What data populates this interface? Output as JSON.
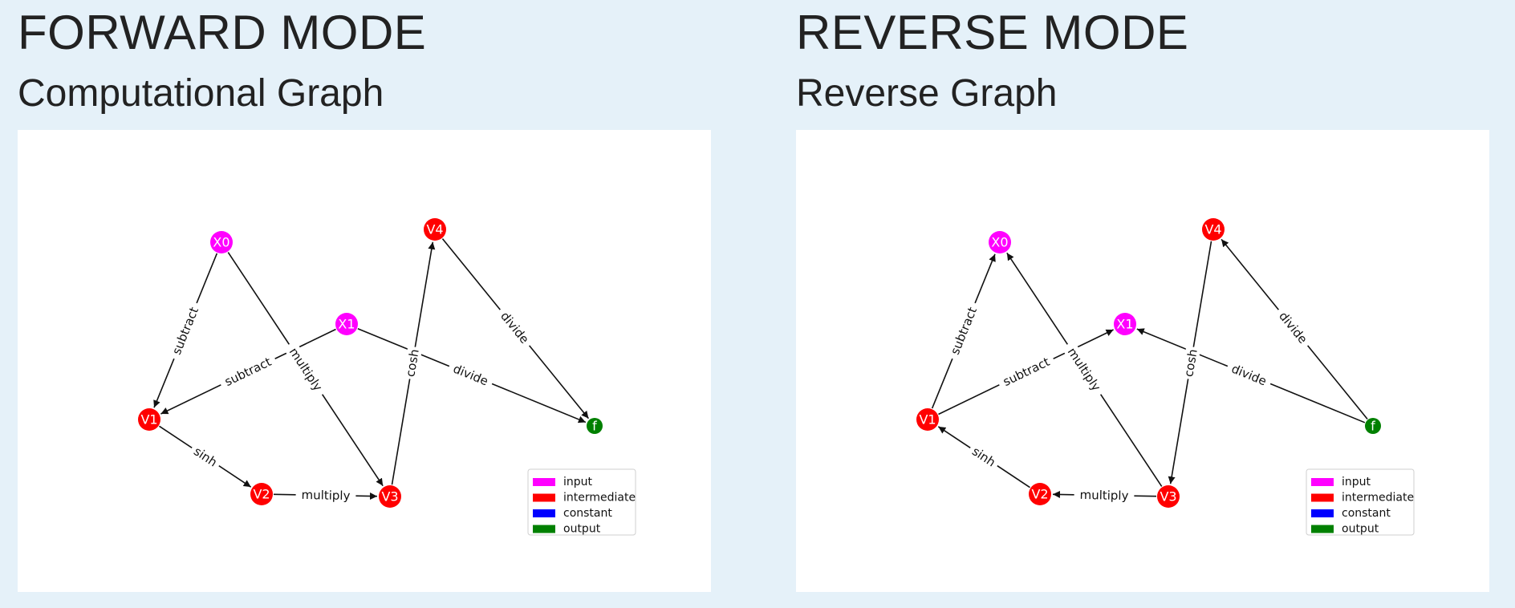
{
  "panels": [
    {
      "mode_title": "FORWARD MODE",
      "graph_title": "Computational Graph",
      "direction": "forward"
    },
    {
      "mode_title": "REVERSE MODE",
      "graph_title": "Reverse Graph",
      "direction": "reverse"
    }
  ],
  "node_colors": {
    "input": "#ff00ff",
    "intermediate": "#ff0000",
    "constant": "#0000ff",
    "output": "#008000"
  },
  "nodes": [
    {
      "id": "X0",
      "label": "X0",
      "kind": "input"
    },
    {
      "id": "X1",
      "label": "X1",
      "kind": "input"
    },
    {
      "id": "V1",
      "label": "V1",
      "kind": "intermediate"
    },
    {
      "id": "V2",
      "label": "V2",
      "kind": "intermediate"
    },
    {
      "id": "V3",
      "label": "V3",
      "kind": "intermediate"
    },
    {
      "id": "V4",
      "label": "V4",
      "kind": "intermediate"
    },
    {
      "id": "f",
      "label": "f",
      "kind": "output"
    }
  ],
  "edges": [
    {
      "from": "X0",
      "to": "V1",
      "label": "subtract"
    },
    {
      "from": "X1",
      "to": "V1",
      "label": "subtract"
    },
    {
      "from": "X0",
      "to": "V3",
      "label": "multiply"
    },
    {
      "from": "V1",
      "to": "V2",
      "label": "sinh"
    },
    {
      "from": "V2",
      "to": "V3",
      "label": "multiply"
    },
    {
      "from": "V3",
      "to": "V4",
      "label": "cosh"
    },
    {
      "from": "V4",
      "to": "f",
      "label": "divide"
    },
    {
      "from": "X1",
      "to": "f",
      "label": "divide"
    }
  ],
  "legend": [
    {
      "label": "input",
      "kind": "input"
    },
    {
      "label": "intermediate",
      "kind": "intermediate"
    },
    {
      "label": "constant",
      "kind": "constant"
    },
    {
      "label": "output",
      "kind": "output"
    }
  ]
}
